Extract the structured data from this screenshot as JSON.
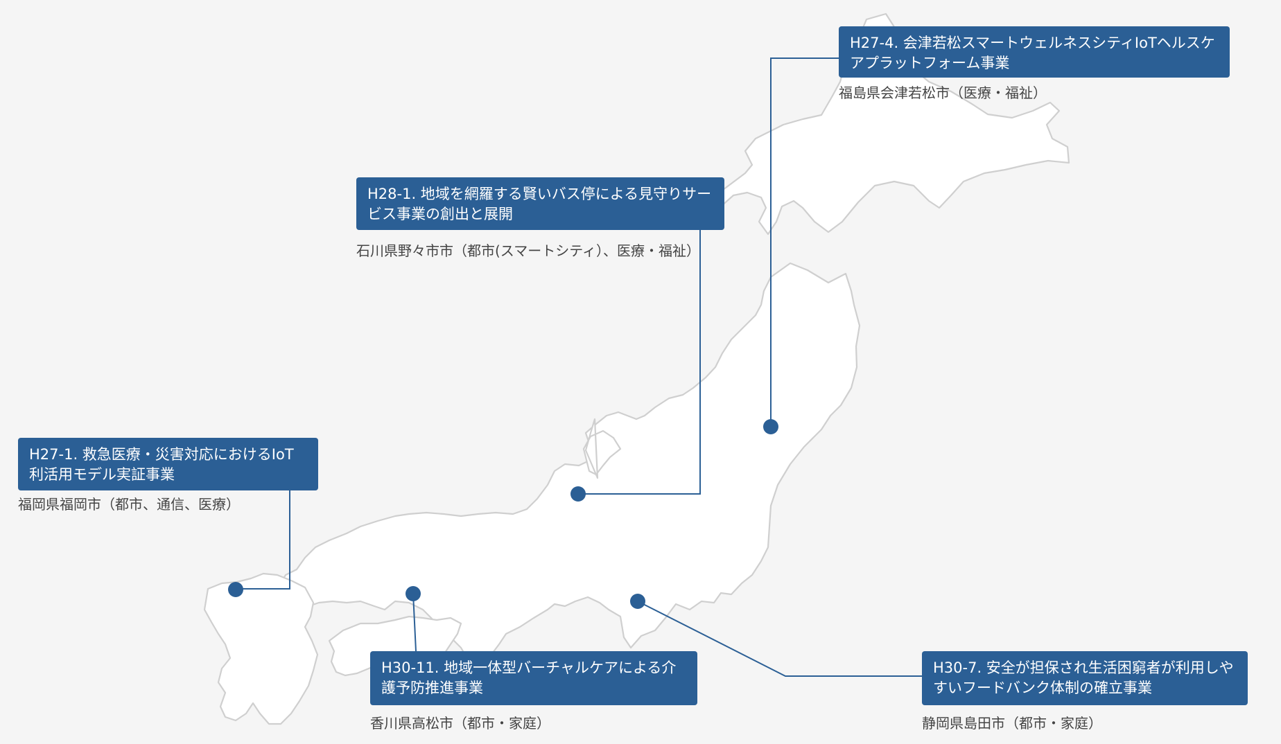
{
  "projects": {
    "fukuoka": {
      "title": "H27-1. 救急医療・災害対応におけるIoT利活用モデル実証事業",
      "location": "福岡県福岡市（都市、通信、医療）"
    },
    "nonoichi": {
      "title": "H28-1. 地域を網羅する賢いバス停による見守りサービス事業の創出と展開",
      "location": "石川県野々市市（都市(スマートシティ）、医療・福祉）"
    },
    "aizu": {
      "title": "H27-4. 会津若松スマートウェルネスシティIoTヘルスケアプラットフォーム事業",
      "location": "福島県会津若松市（医療・福祉）"
    },
    "takamatsu": {
      "title": "H30-11. 地域一体型バーチャルケアによる介護予防推進事業",
      "location": "香川県高松市（都市・家庭）"
    },
    "shimada": {
      "title": "H30-7. 安全が担保され生活困窮者が利用しやすいフードバンク体制の確立事業",
      "location": "静岡県島田市（都市・家庭）"
    }
  },
  "colors": {
    "accent": "#2b5f95",
    "land": "#ffffff",
    "coast": "#cfcfcf",
    "background": "#f5f5f5"
  }
}
